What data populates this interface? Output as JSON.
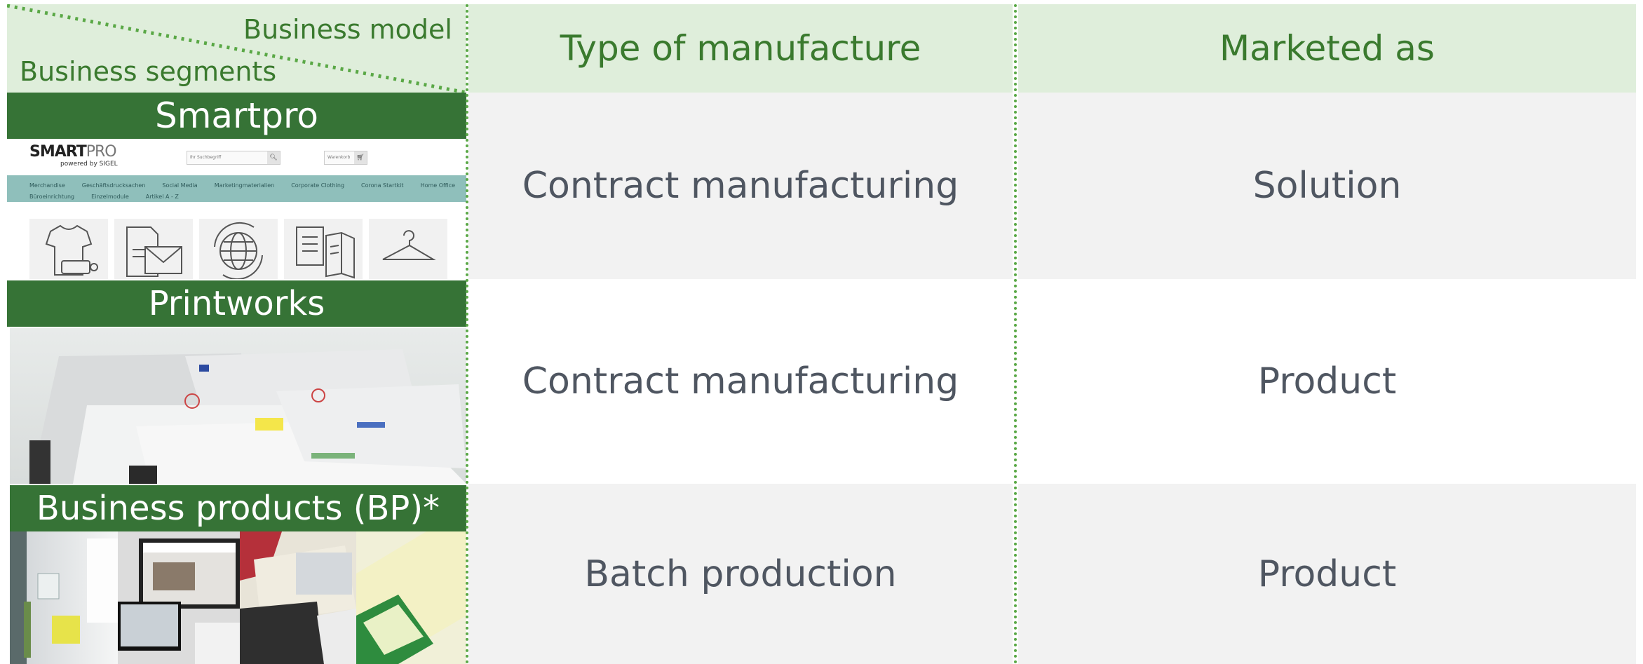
{
  "corner": {
    "business_model_label": "Business model",
    "business_segments_label": "Business segments"
  },
  "columns": {
    "type_of_manufacture": "Type of manufacture",
    "marketed_as": "Marketed as"
  },
  "rows": [
    {
      "segment": "Smartpro",
      "type_of_manufacture": "Contract manufacturing",
      "marketed_as": "Solution",
      "preview": {
        "logo_main": "SMART",
        "logo_accent": "PRO",
        "logo_sub": "powered by SIGEL",
        "search_placeholder": "Ihr Suchbegriff",
        "cart_label": "Warenkorb",
        "nav_row1": [
          "Merchandise",
          "Geschäftsdrucksachen",
          "Social Media",
          "Marketingmaterialien",
          "Corporate Clothing",
          "Corona Startkit",
          "Home Office"
        ],
        "nav_row2": [
          "Büroeinrichtung",
          "Einzelmodule",
          "Artikel A - Z"
        ]
      }
    },
    {
      "segment": "Printworks",
      "type_of_manufacture": "Contract manufacturing",
      "marketed_as": "Product"
    },
    {
      "segment": "Business products (BP)*",
      "type_of_manufacture": "Batch production",
      "marketed_as": "Product"
    }
  ],
  "colors": {
    "header_bg": "#dfeedb",
    "header_text": "#3a7a2e",
    "segment_band": "#367336",
    "dotted_line": "#5aa846",
    "row_grey": "#f2f2f2",
    "body_text": "#4f5661"
  }
}
